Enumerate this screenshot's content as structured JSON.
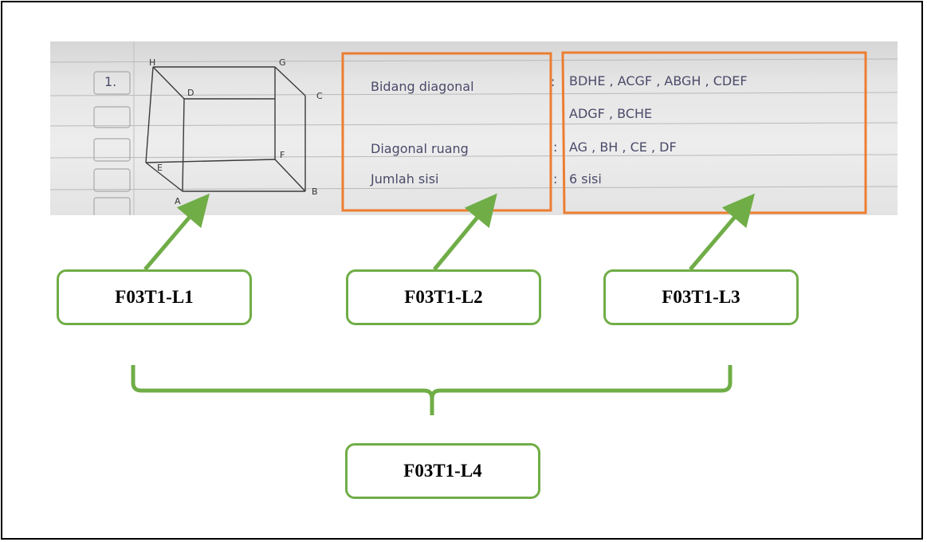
{
  "photo": {
    "row_number": "1.",
    "vertices": {
      "H": "H",
      "G": "G",
      "D": "D",
      "C": "C",
      "E": "E",
      "F": "F",
      "A": "A",
      "B": "B"
    },
    "rows": [
      {
        "label": "Bidang diagonal",
        "sep": ":",
        "value": "BDHE , ACGF , ABGH , CDEF"
      },
      {
        "label": "",
        "sep": "",
        "value": "ADGF , BCHE"
      },
      {
        "label": "Diagonal ruang",
        "sep": ":",
        "value": "AG , BH , CE , DF"
      },
      {
        "label": "Jumlah  sisi",
        "sep": ":",
        "value": "6 sisi"
      }
    ]
  },
  "labels": {
    "l1": "F03T1-L1",
    "l2": "F03T1-L2",
    "l3": "F03T1-L3",
    "l4": "F03T1-L4"
  },
  "colors": {
    "green": "#70ad47",
    "orange": "#ed7d31"
  }
}
